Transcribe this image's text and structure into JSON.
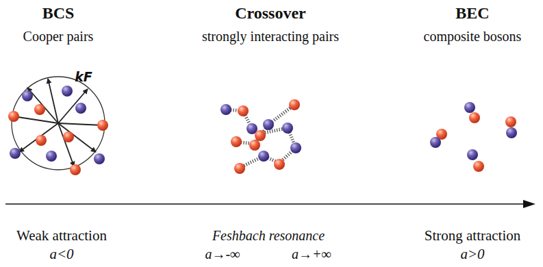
{
  "diagram": {
    "labels": [
      "BCS",
      "Cooper pairs",
      "Crossover",
      "strongly interacting pairs",
      "BEC",
      "composite bosons",
      "kF",
      "Weak attraction",
      "a<0",
      "Feshbach resonance",
      "a→-∞",
      "a→+∞",
      "Strong attraction",
      "a>0"
    ]
  }
}
